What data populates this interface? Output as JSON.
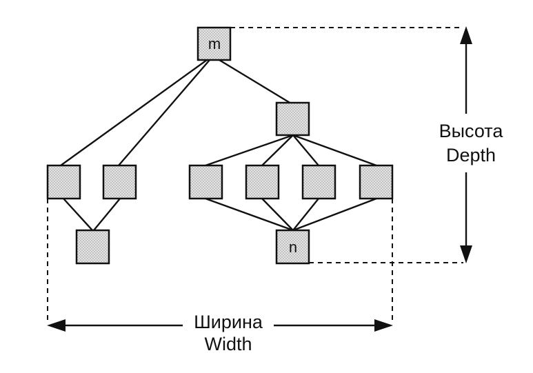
{
  "nodes": {
    "root_label": "m",
    "sink_label": "n"
  },
  "dimensions": {
    "height_ru": "Высота",
    "height_en": "Depth",
    "width_ru": "Ширина",
    "width_en": "Width"
  }
}
